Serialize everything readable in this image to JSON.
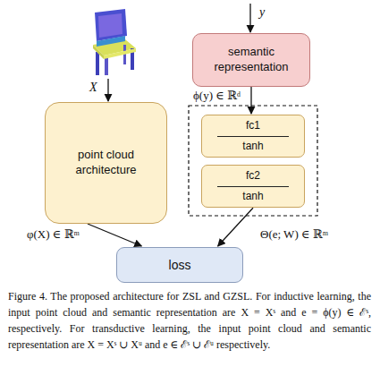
{
  "diagram": {
    "caption": "Figure 4. The proposed architecture for ZSL and GZSL. For inductive learning, the input point cloud and semantic representation are X = Xˢ and e = ϕ(y) ∈ ℰˢ, respectively. For transductive learning, the input point cloud and semantic representation are X = Xˢ ∪ Xᵘ and e ∈ ℰˢ ∪ ℰᵘ respectively.",
    "nodes": [
      {
        "text": [
          "point cloud architecture"
        ]
      },
      {
        "text": [
          "semantic representation"
        ]
      },
      {
        "text": [
          "fc1",
          "tanh"
        ]
      },
      {
        "text": [
          "fc2",
          "tanh"
        ]
      },
      {
        "text": [
          "loss"
        ]
      }
    ],
    "edges": [
      {
        "from": 1,
        "to": 2,
        "label": "ϕ(y) ∈ ℝᵈ",
        "arrow": "to"
      },
      {
        "from": 0,
        "to": 4,
        "label": "φ(X) ∈ ℝᵐ",
        "arrow": "to"
      },
      {
        "from": 3,
        "to": 4,
        "label": "Θ(e; W) ∈ ℝᵐ",
        "arrow": "to"
      }
    ],
    "labels": [
      "X",
      "y"
    ]
  }
}
